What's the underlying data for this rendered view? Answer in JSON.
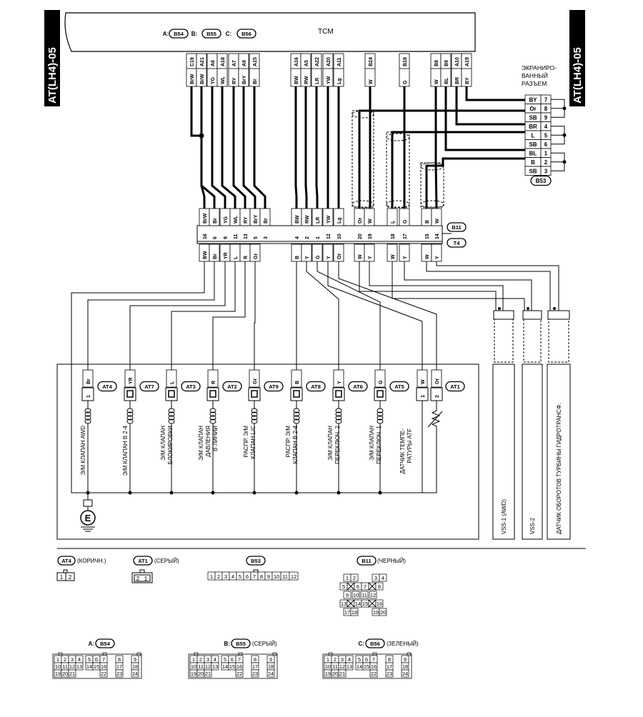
{
  "side_label": "AT(LH4)-05",
  "tcm": {
    "title": "TCM",
    "connectors": [
      {
        "letter": "A:",
        "code": "B54"
      },
      {
        "letter": "B:",
        "code": "B55"
      },
      {
        "letter": "C:",
        "code": "B56"
      }
    ]
  },
  "tcm_pins": [
    {
      "pin": "C19",
      "color": "BrW"
    },
    {
      "pin": "A21",
      "color": "BrW"
    },
    {
      "pin": "A6",
      "color": "YG"
    },
    {
      "pin": "A18",
      "color": "WL"
    },
    {
      "pin": "A7",
      "color": "RY"
    },
    {
      "pin": "A9",
      "color": "BrY"
    },
    {
      "pin": "A15",
      "color": "Br"
    },
    {
      "pin": "A16",
      "color": "BW"
    },
    {
      "pin": "A5",
      "color": "RW"
    },
    {
      "pin": "A22",
      "color": "LR"
    },
    {
      "pin": "A20",
      "color": "YW"
    },
    {
      "pin": "A11",
      "color": "Lg"
    },
    {
      "pin": "B24",
      "color": "W"
    },
    {
      "pin": "B18",
      "color": "G"
    },
    {
      "pin": "B8",
      "color": "W"
    },
    {
      "pin": "B9",
      "color": "BL"
    },
    {
      "pin": "A10",
      "color": "BR"
    },
    {
      "pin": "A19",
      "color": "BY"
    }
  ],
  "shield": {
    "label_lines": [
      "ЭКРАНИРО-",
      "ВАННЫЙ",
      "РАЗЪЕМ"
    ],
    "connector": "B53",
    "pins": [
      {
        "color": "BY",
        "pin": "7"
      },
      {
        "color": "Or",
        "pin": "8"
      },
      {
        "color": "SB",
        "pin": "9"
      },
      {
        "color": "BR",
        "pin": "4"
      },
      {
        "color": "L",
        "pin": "5"
      },
      {
        "color": "SB",
        "pin": "6"
      },
      {
        "color": "BL",
        "pin": "1"
      },
      {
        "color": "B",
        "pin": "2"
      },
      {
        "color": "SB",
        "pin": "3"
      }
    ]
  },
  "b11": {
    "label": "B11",
    "top": [
      {
        "c": "BrW",
        "p": "16"
      },
      {
        "c": "Br",
        "p": "6"
      },
      {
        "c": "YG",
        "p": "9"
      },
      {
        "c": "WL",
        "p": "11"
      },
      {
        "c": "RY",
        "p": "13"
      },
      {
        "c": "BrY",
        "p": "5"
      },
      {
        "c": "Br",
        "p": "3"
      },
      {
        "c": "BW",
        "p": "4"
      },
      {
        "c": "RW",
        "p": "2"
      },
      {
        "c": "LR",
        "p": "1"
      },
      {
        "c": "YW",
        "p": "12"
      },
      {
        "c": "Lg",
        "p": "10"
      },
      {
        "c": "Or",
        "p": "20"
      },
      {
        "c": "W",
        "p": "19"
      },
      {
        "c": "L",
        "p": "18"
      },
      {
        "c": "G",
        "p": "17"
      },
      {
        "c": "B",
        "p": "15"
      },
      {
        "c": "W",
        "p": "14"
      }
    ]
  },
  "t4": {
    "label": "T4",
    "bottom": [
      "BW",
      "Br",
      "YR",
      "L",
      "R",
      "Gr",
      "B",
      "Y",
      "G",
      "Y",
      "Or",
      "W",
      "Y",
      "W",
      "Y",
      "W",
      "Y"
    ]
  },
  "components": [
    {
      "id": "AT4",
      "wire": "Br",
      "pin": "1",
      "label": [
        "Э/М КЛАПАН AWD"
      ]
    },
    {
      "id": "AT7",
      "wire": "YR",
      "label": [
        "Э/М КЛАПАН В 2-4"
      ]
    },
    {
      "id": "AT3",
      "wire": "L",
      "label": [
        "Э/М КЛАПАН",
        "БЛОКИРОВКИ"
      ]
    },
    {
      "id": "AT2",
      "wire": "R",
      "label": [
        "Э/М КЛАПАН",
        "ДАВЛЕНИЯ",
        "В ЛИНИИ"
      ]
    },
    {
      "id": "AT9",
      "wire": "Gr",
      "label": [
        "РАСПР. Э/М",
        "КЛАПАН L/C"
      ]
    },
    {
      "id": "AT8",
      "wire": "B",
      "label": [
        "РАСПР. Э/М",
        "КЛАПАН В 2-4"
      ]
    },
    {
      "id": "AT6",
      "wire": "Y",
      "label": [
        "Э/М КЛАПАН",
        "ПЕРЕКЛЮЧ. 2"
      ]
    },
    {
      "id": "AT5",
      "wire": "G",
      "label": [
        "Э/М КЛАПАН",
        "ПЕРЕКЛЮЧ. 1"
      ]
    },
    {
      "id": "AT1",
      "wire_a": "W",
      "wire_b": "Or",
      "pin_a": "1",
      "pin_b": "2",
      "label": [
        "ДАТЧИК ТЕМПЕ-",
        "РАТУРЫ ATF"
      ]
    }
  ],
  "sensors": [
    "VSS-1 (AWD)",
    "VSS-2",
    "ДАТЧИК ОБОРОТОВ ТУРБИНЫ ГИДРОТРАНСФ."
  ],
  "ground": "E",
  "legend": {
    "at4": {
      "id": "AT4",
      "desc": "(КОРИЧН.)",
      "pins": [
        "1",
        "2"
      ]
    },
    "at1": {
      "id": "AT1",
      "desc": "(СЕРЫЙ)",
      "pins": [
        "2",
        "1"
      ]
    },
    "b53": {
      "id": "B53",
      "pins": [
        "1",
        "2",
        "3",
        "4",
        "5",
        "6",
        "7",
        "8",
        "9",
        "10",
        "11",
        "12"
      ]
    },
    "b11": {
      "id": "B11",
      "desc": "(ЧЕРНЫЙ)",
      "rows": [
        [
          "1",
          "2",
          "3",
          "4"
        ],
        [
          "5",
          "6",
          "7",
          "8"
        ],
        [
          "9",
          "10",
          "11",
          "12"
        ],
        [
          "13",
          "14",
          "15",
          "16"
        ],
        [
          "17",
          "18",
          "19",
          "20"
        ]
      ]
    },
    "b54": {
      "letter": "A:",
      "id": "B54",
      "desc": ""
    },
    "b55": {
      "letter": "B:",
      "id": "B55",
      "desc": "(СЕРЫЙ)"
    },
    "b56": {
      "letter": "C:",
      "id": "B56",
      "desc": "(ЗЕЛЕНЫЙ)"
    },
    "grid24": [
      [
        "1",
        "2",
        "3",
        "4",
        "5",
        "6",
        "7",
        "8",
        "9"
      ],
      [
        "10",
        "11",
        "12",
        "13",
        "14",
        "15",
        "16",
        "17",
        "18"
      ],
      [
        "19",
        "20",
        "21",
        "22",
        "23",
        "24"
      ]
    ]
  }
}
